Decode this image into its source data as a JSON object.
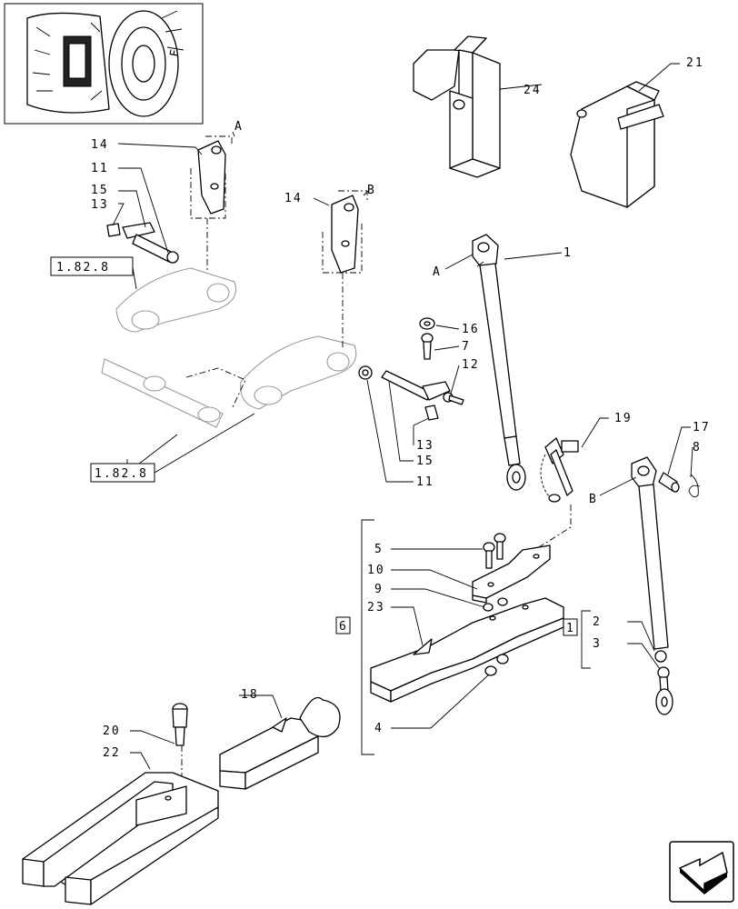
{
  "callouts": {
    "n1a": "1",
    "n1b": "1",
    "n2": "2",
    "n3": "3",
    "n4": "4",
    "n5": "5",
    "n6": "6",
    "n7": "7",
    "n8": "8",
    "n9": "9",
    "n10": "10",
    "n11a": "11",
    "n11b": "11",
    "n12": "12",
    "n13a": "13",
    "n13b": "13",
    "n14a": "14",
    "n14b": "14",
    "n15a": "15",
    "n15b": "15",
    "n16": "16",
    "n17": "17",
    "n18": "18",
    "n19": "19",
    "n20": "20",
    "n21": "21",
    "n22": "22",
    "n23": "23",
    "n24": "24"
  },
  "refs": {
    "ref_top": "1.82.8",
    "ref_bottom": "1.82.8"
  },
  "letters": {
    "a_top": "A",
    "a_mid": "A",
    "b_top": "B",
    "b_mid": "B"
  },
  "thumbnail": {
    "icon": "tractor-rear-wheel-thumbnail"
  },
  "nav": {
    "icon": "next-page-arrow-icon"
  }
}
